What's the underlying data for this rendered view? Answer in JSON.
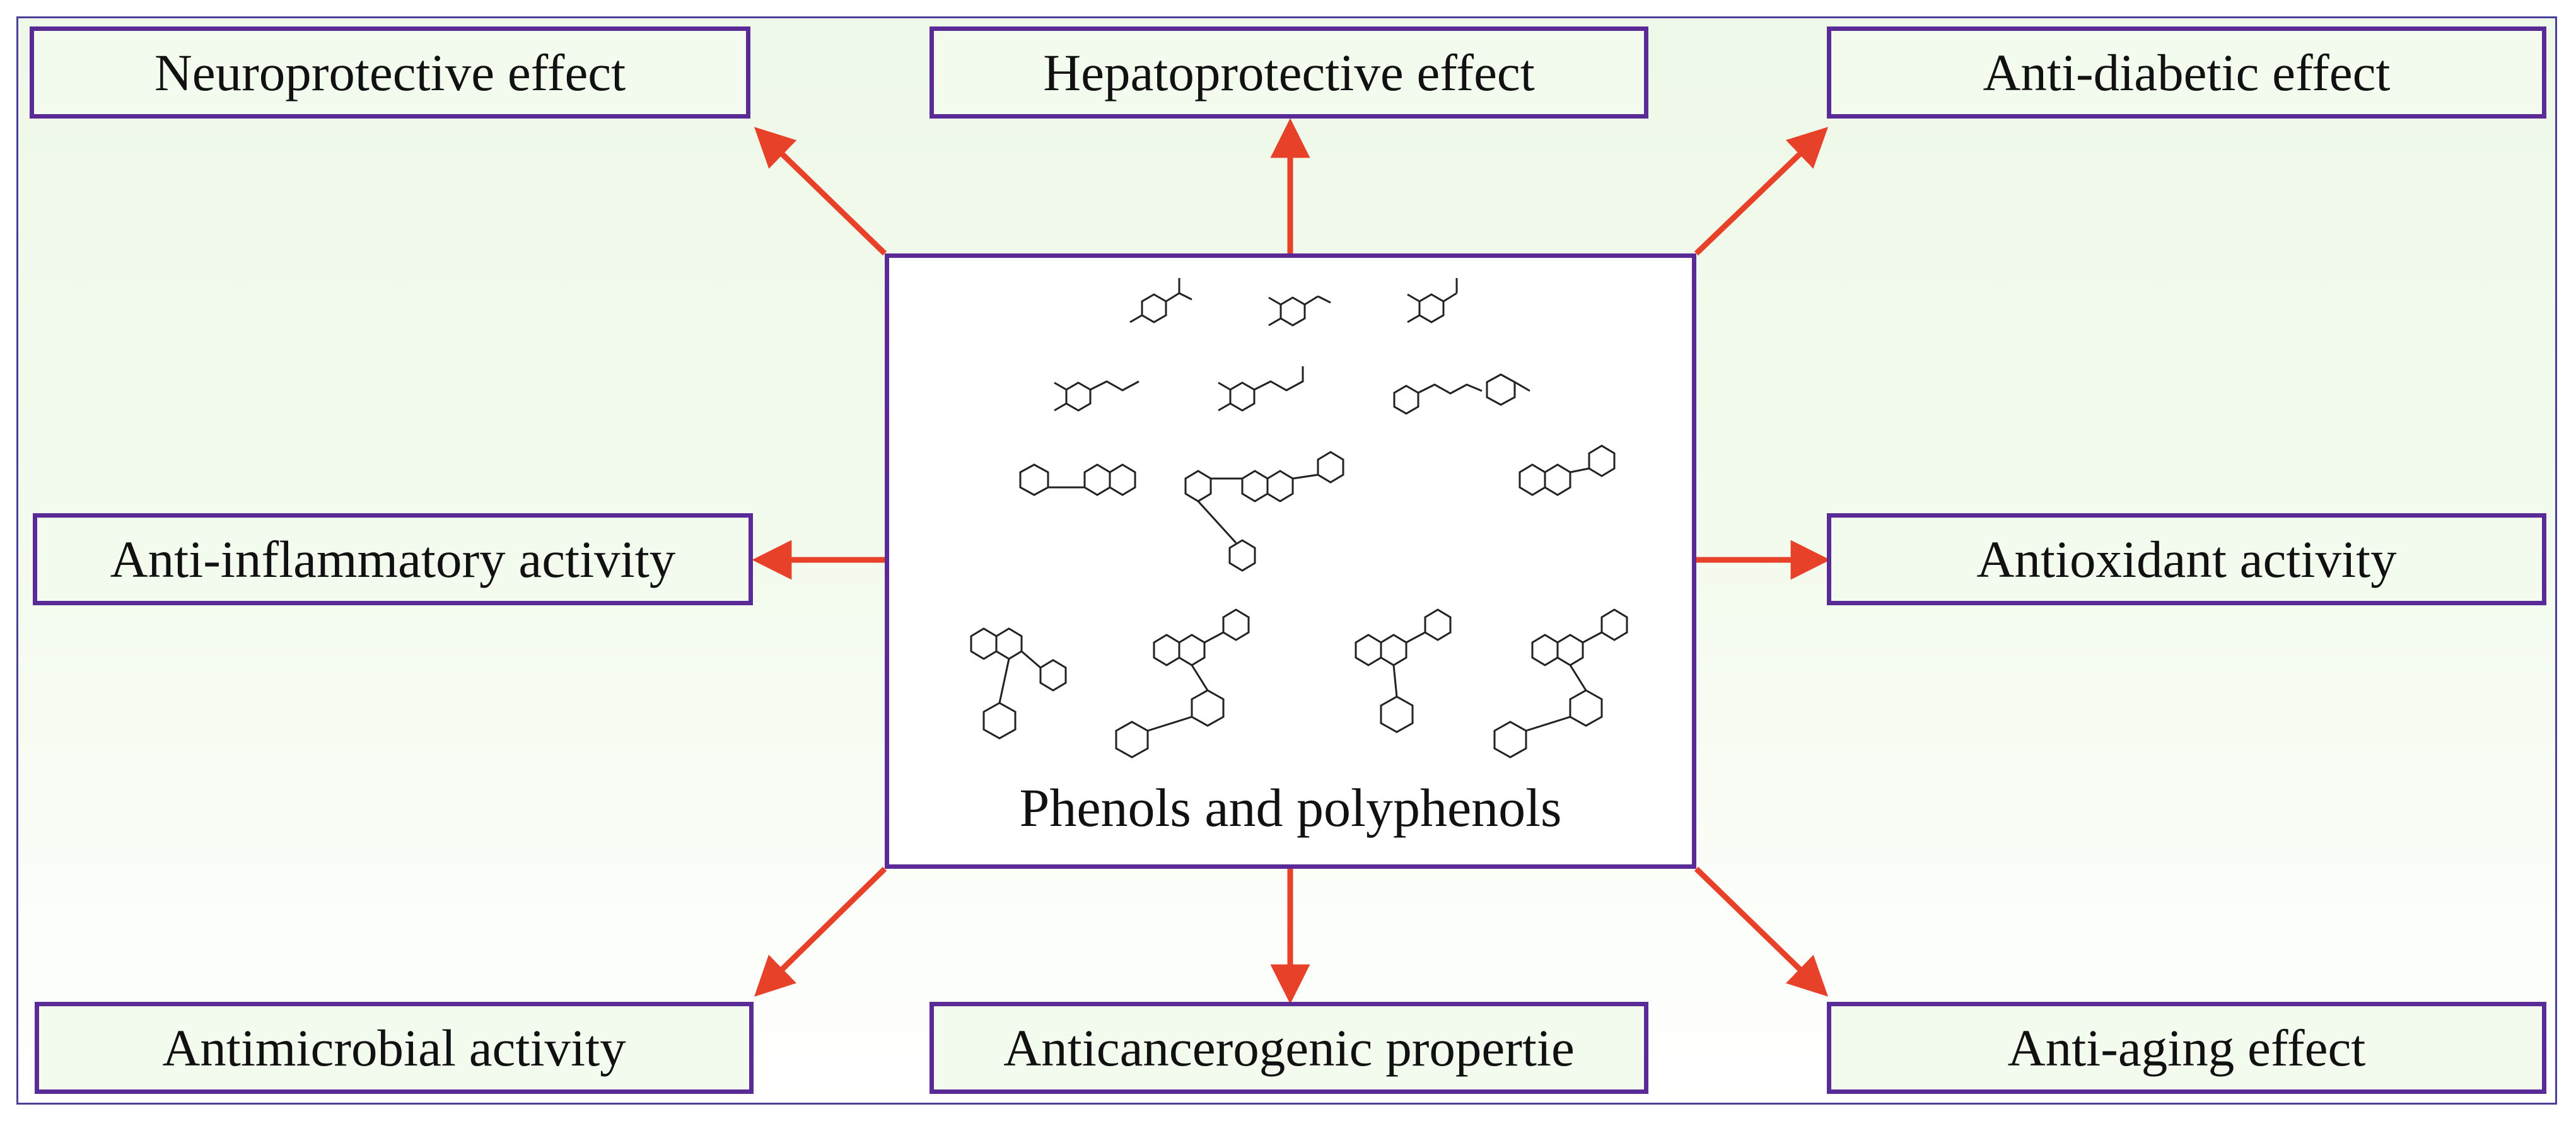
{
  "center": {
    "title": "Phenols and polyphenols"
  },
  "effects": {
    "neuroprotective": "Neuroprotective effect",
    "hepatoprotective": "Hepatoprotective effect",
    "anti_diabetic": "Anti-diabetic effect",
    "anti_inflammatory": "Anti-inflammatory activity",
    "antioxidant": "Antioxidant activity",
    "antimicrobial": "Antimicrobial activity",
    "anticancerogenic": "Anticancerogenic propertie",
    "anti_aging": "Anti-aging effect"
  },
  "colors": {
    "arrow": "#e8412a",
    "box_border": "#5a2a96",
    "outer_border": "#4b3f9a",
    "background": "#eef8e8"
  },
  "icons": {
    "arrow": "arrow-icon",
    "molecule": "chemical-structure-icon"
  }
}
